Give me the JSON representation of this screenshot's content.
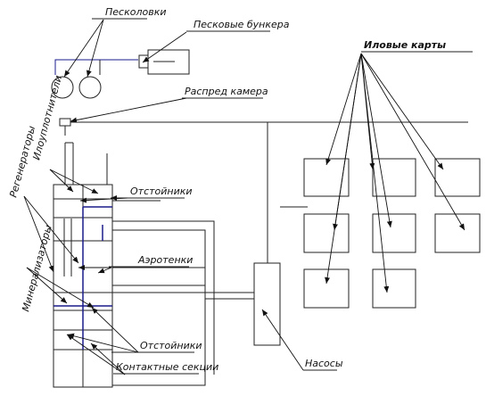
{
  "labels": {
    "peskolovki": "Песколовки",
    "peskovye_bunkera": "Песковые бункера",
    "ilovye_karty": "Иловые карты",
    "raspred_kamera": "Распред камера",
    "iloplotniteli": "Илоуплотнители",
    "regeneratory": "Регенераторы",
    "otstoyniki_top": "Отстойники",
    "aerotenki": "Аэротенки",
    "mineralizatory": "Минерализаторы",
    "otstoyniki_bottom": "Отстойники",
    "kontaktnye_sekcii": "Контактные секции",
    "nasosy": "Насосы"
  },
  "colors": {
    "line": "#222222",
    "blue": "#1a1a8c",
    "background": "#ffffff"
  }
}
